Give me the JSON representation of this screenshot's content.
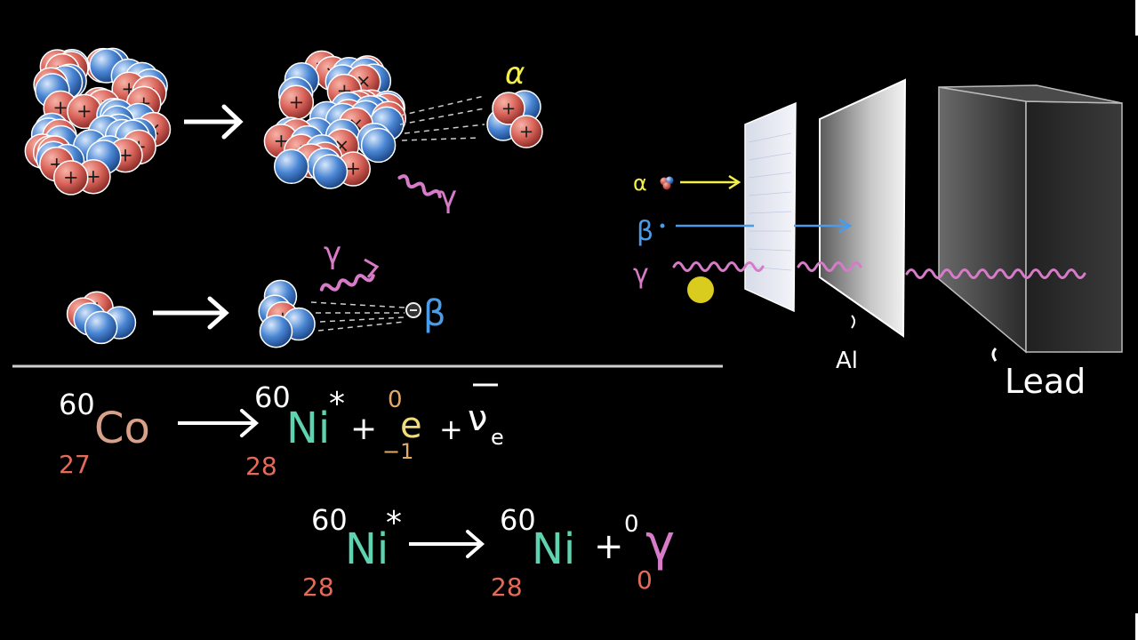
{
  "colors": {
    "background": "#000000",
    "proton": "#d9645a",
    "neutron": "#4a86d4",
    "alpha": "#f4ee4f",
    "beta": "#4b9ce8",
    "gamma": "#d77bc9",
    "charge_red": "#e36b5a",
    "cobalt": "#d9a08a",
    "nickel": "#5fd3b0",
    "electron": "#f0dc7a",
    "white": "#ffffff"
  },
  "labels": {
    "alpha_decay": "α",
    "gamma_top": "γ",
    "gamma_mid": "γ",
    "beta_decay": "β",
    "alpha_side": "α",
    "beta_side": "β",
    "gamma_side": "γ",
    "al": "Al",
    "lead": "Lead"
  },
  "equation1": {
    "co_mass": "60",
    "co_symbol": "Co",
    "co_atomic": "27",
    "ni_mass": "60",
    "ni_symbol": "Ni",
    "ni_excited": "*",
    "ni_atomic": "28",
    "plus1": "+",
    "e_mass": "0",
    "e_symbol": "e",
    "e_charge": "−1",
    "plus2": "+",
    "nu_symbol": "ν",
    "nu_sub": "e"
  },
  "equation2": {
    "ni1_mass": "60",
    "ni1_symbol": "Ni",
    "ni1_excited": "*",
    "ni1_atomic": "28",
    "ni2_mass": "60",
    "ni2_symbol": "Ni",
    "ni2_atomic": "28",
    "plus": "+",
    "g_mass": "0",
    "g_atomic": "0",
    "g_symbol": "γ"
  }
}
